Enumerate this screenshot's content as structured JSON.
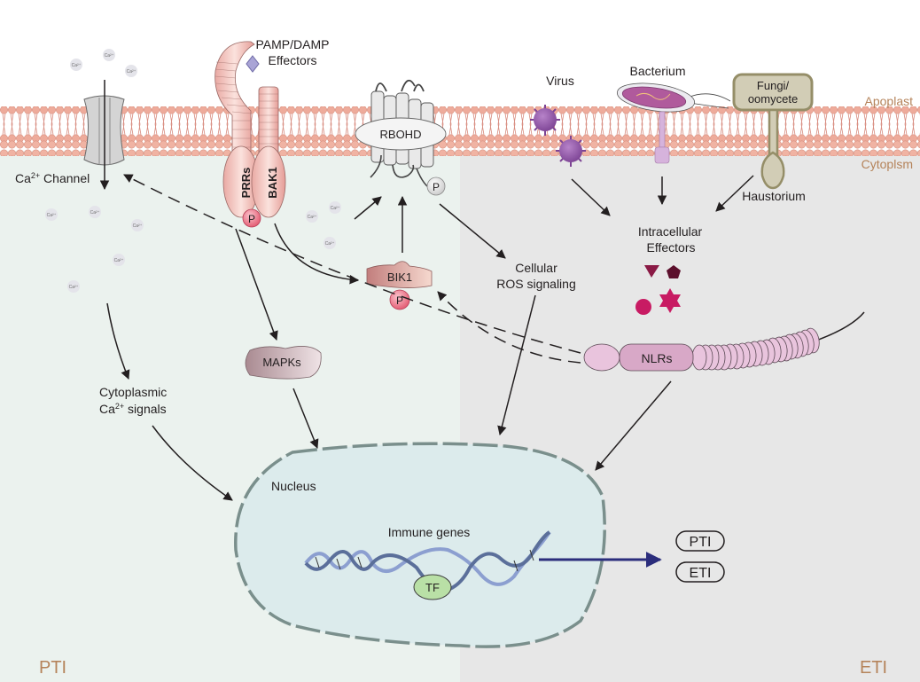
{
  "regions": {
    "apoplast": "Apoplast",
    "cytoplasm": "Cytoplsm",
    "pti": "PTI",
    "eti": "ETI"
  },
  "receptors": {
    "ligand_line1": "PAMP/DAMP",
    "ligand_line2": "Effectors",
    "prrs": "PRRs",
    "bak1": "BAK1",
    "phospho": "P"
  },
  "calcium": {
    "channel_label_prefix": "Ca",
    "channel_label_sup": "2+",
    "channel_label_suffix": " Channel",
    "ion_label": "Ca²⁺",
    "signals_line1": "Cytoplasmic",
    "signals_line2_prefix": "Ca",
    "signals_line2_sup": "2+",
    "signals_line2_suffix": " signals"
  },
  "rbohd": {
    "label": "RBOHD",
    "phospho": "P"
  },
  "bik1": {
    "label": "BIK1",
    "phospho": "P"
  },
  "mapks": {
    "label": "MAPKs"
  },
  "ros": {
    "line1": "Cellular",
    "line2": "ROS signaling"
  },
  "pathogens": {
    "virus": "Virus",
    "bacterium": "Bacterium",
    "fungi_line1": "Fungi/",
    "fungi_line2": "oomycete",
    "haustorium": "Haustorium"
  },
  "effectors": {
    "line1": "Intracellular",
    "line2": "Effectors"
  },
  "nlrs": {
    "label": "NLRs"
  },
  "nucleus": {
    "label": "Nucleus",
    "genes": "Immune genes",
    "tf": "TF"
  },
  "outputs": [
    {
      "label": "PTI"
    },
    {
      "label": "ETI"
    }
  ],
  "colors": {
    "pti_bg": "#ebf2ee",
    "eti_bg": "#e7e7e7",
    "membrane": "#e8a597",
    "region_text": "#b5835a",
    "nucleus_fill": "#dcebec",
    "nucleus_edge": "#7a8f8c",
    "output_arrow": "#2b2d7c",
    "effector_dark": "#5c0f2c",
    "effector_mid": "#8a1a45",
    "effector_bright": "#c81b63"
  }
}
